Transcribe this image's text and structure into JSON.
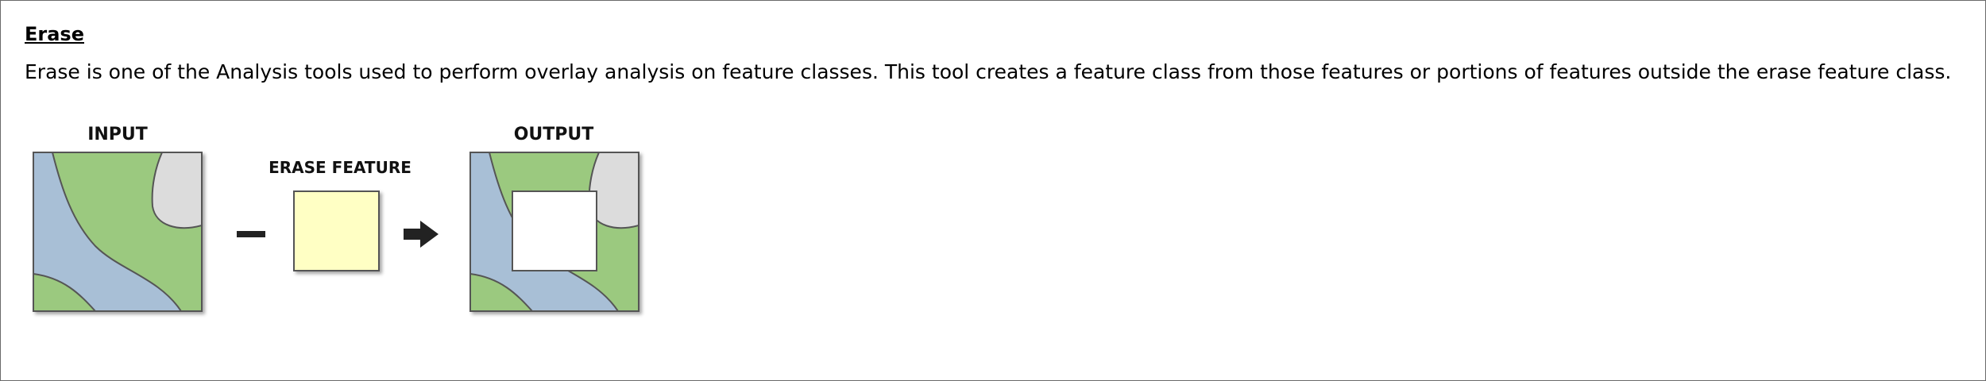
{
  "heading": "Erase",
  "description": "Erase is one of the Analysis tools used to perform overlay analysis on feature classes. This tool creates a feature class from those features or portions of features outside the erase feature class.",
  "figure": {
    "input_label": "INPUT",
    "erase_label": "ERASE FEATURE",
    "output_label": "OUTPUT",
    "colors": {
      "water": "#a8bfd6",
      "land": "#9bc97f",
      "gray_area": "#dcdcdc",
      "erase_fill": "#ffffc4",
      "outline": "#555555",
      "arrow": "#222222"
    }
  }
}
